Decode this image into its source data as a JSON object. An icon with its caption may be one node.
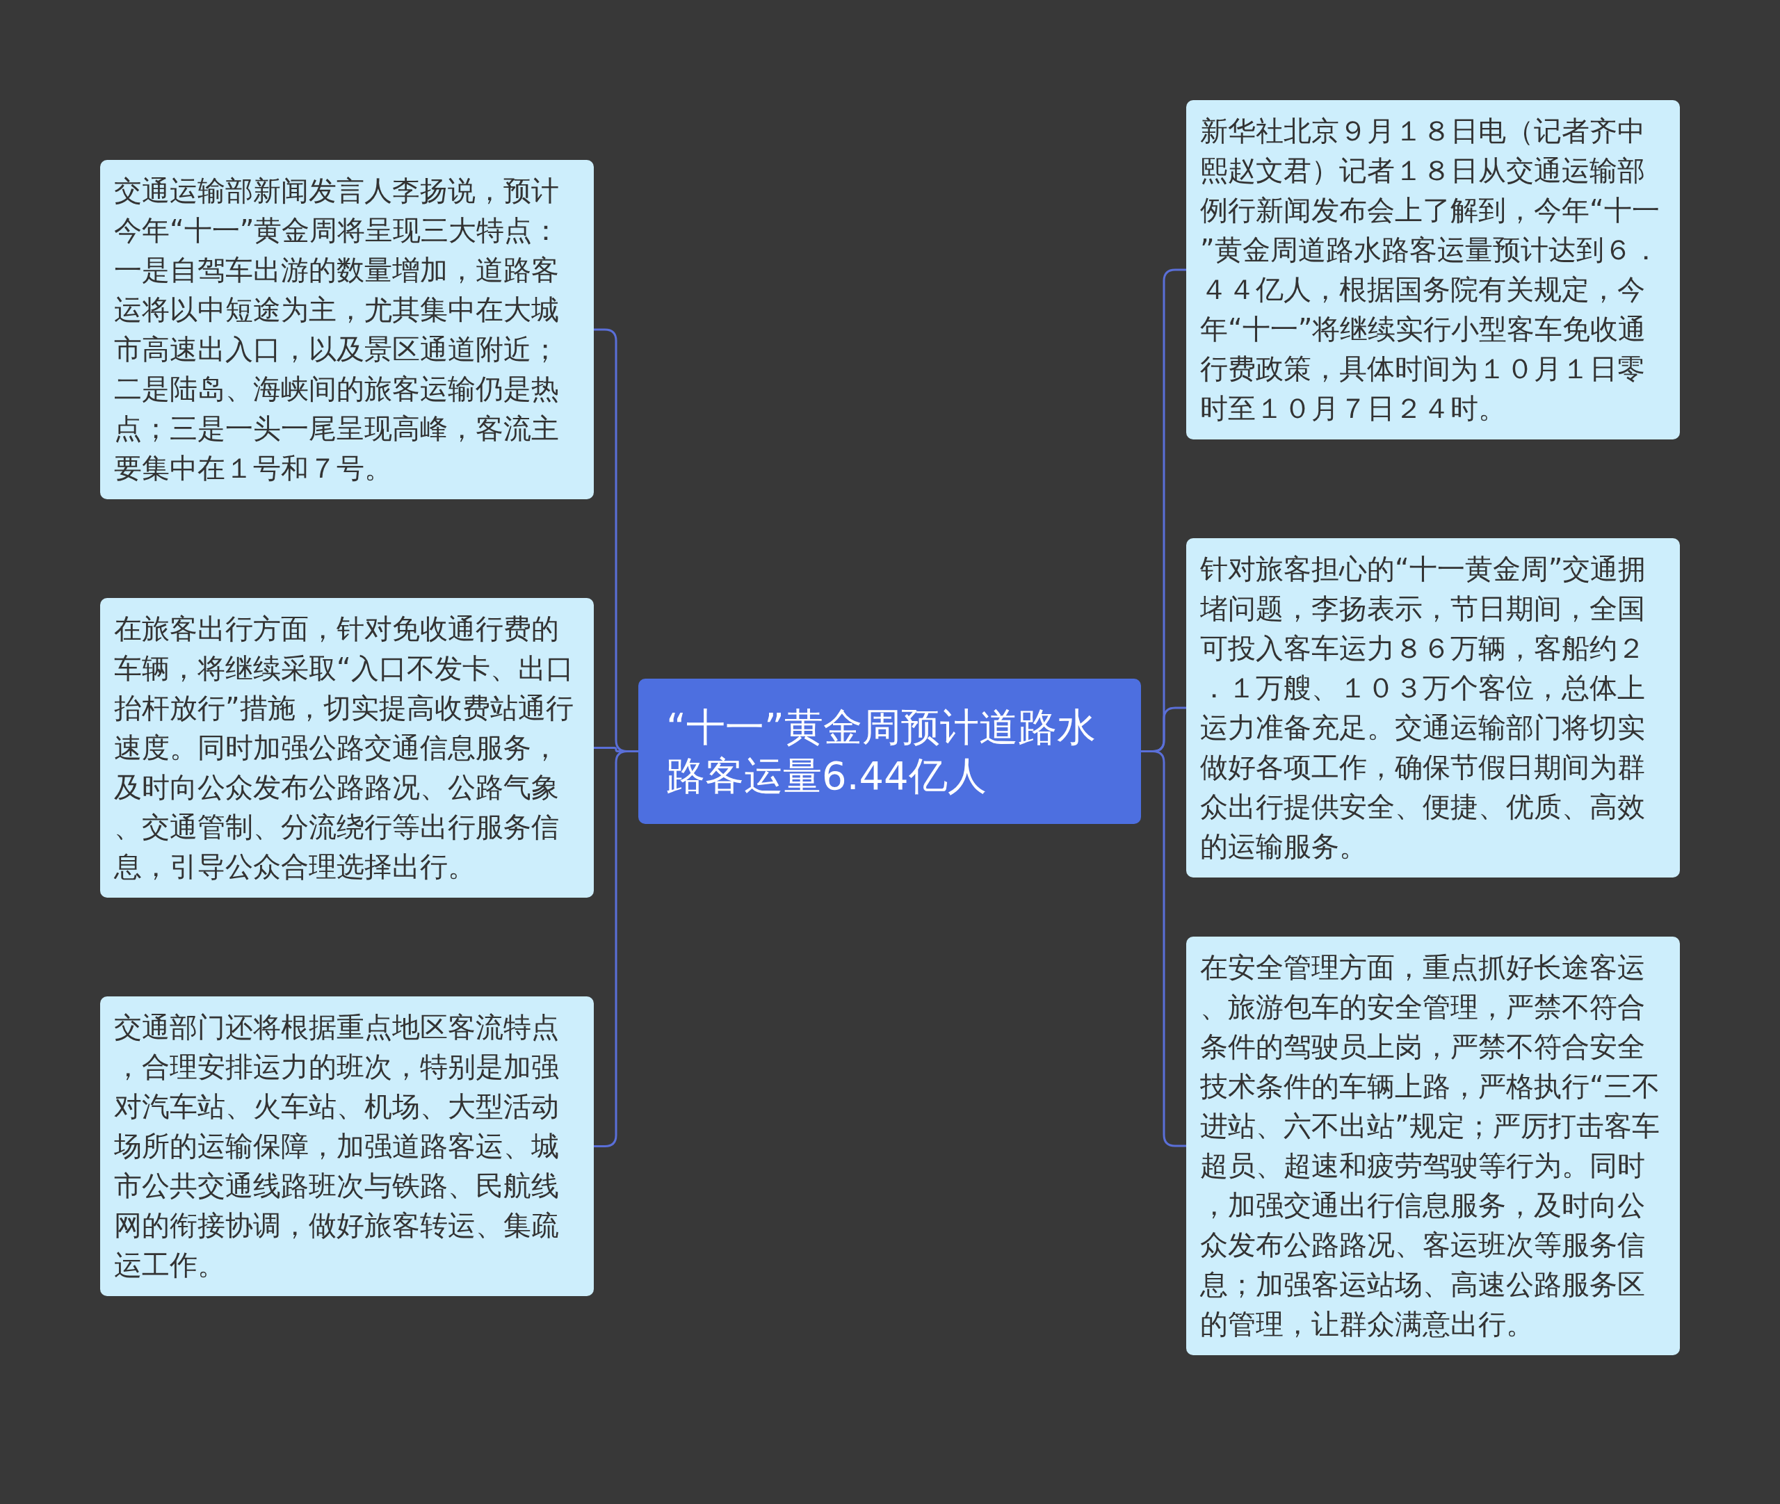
{
  "diagram": {
    "nodes": [
      {
        "text": [
          "“十一”黄金周预计道路水路客运量6.44亿人"
        ]
      },
      {
        "text": [
          "交通运输部新闻发言人李扬说，预计今年“十一”黄金周将呈现三大特点：一是自驾车出游的数量增加，道路客运将以中短途为主，尤其集中在大城市高速出入口，以及景区通道附近；二是陆岛、海峡间的旅客运输仍是热点；三是一头一尾呈现高峰，客流主要集中在１号和７号。"
        ]
      },
      {
        "text": [
          "在旅客出行方面，针对免收通行费的车辆，将继续采取“入口不发卡、出口抬杆放行”措施，切实提高收费站通行速度。同时加强公路交通信息服务，及时向公众发布公路路况、公路气象、交通管制、分流绕行等出行服务信息，引导公众合理选择出行。"
        ]
      },
      {
        "text": [
          "交通部门还将根据重点地区客流特点，合理安排运力的班次，特别是加强对汽车站、火车站、机场、大型活动场所的运输保障，加强道路客运、城市公共交通线路班次与铁路、民航线网的衔接协调，做好旅客转运、集疏运工作。"
        ]
      },
      {
        "text": [
          "新华社北京９月１８日电（记者齐中熙赵文君）记者１８日从交通运输部例行新闻发布会上了解到，今年“十一”黄金周道路水路客运量预计达到６．４４亿人，根据国务院有关规定，今年“十一”将继续实行小型客车免收通行费政策，具体时间为１０月１日零时至１０月７日２４时。"
        ]
      },
      {
        "text": [
          "针对旅客担心的“十一黄金周”交通拥堵问题，李扬表示，节日期间，全国可投入客车运力８６万辆，客船约２．１万艘、１０３万个客位，总体上运力准备充足。交通运输部门将切实做好各项工作，确保节假日期间为群众出行提供安全、便捷、优质、高效的运输服务。"
        ]
      },
      {
        "text": [
          "在安全管理方面，重点抓好长途客运、旅游包车的安全管理，严禁不符合条件的驾驶员上岗，严禁不符合安全技术条件的车辆上路，严格执行“三不进站、六不出站”规定；严厉打击客车超员、超速和疲劳驾驶等行为。同时，加强交通出行信息服务，及时向公众发布公路路况、客运班次等服务信息；加强客运站场、高速公路服务区的管理，让群众满意出行。"
        ]
      }
    ],
    "edges": [
      {
        "from": 0,
        "to": 1,
        "arrow": "none"
      },
      {
        "from": 0,
        "to": 2,
        "arrow": "none"
      },
      {
        "from": 0,
        "to": 3,
        "arrow": "none"
      },
      {
        "from": 0,
        "to": 4,
        "arrow": "none"
      },
      {
        "from": 0,
        "to": 5,
        "arrow": "none"
      },
      {
        "from": 0,
        "to": 6,
        "arrow": "none"
      }
    ]
  }
}
